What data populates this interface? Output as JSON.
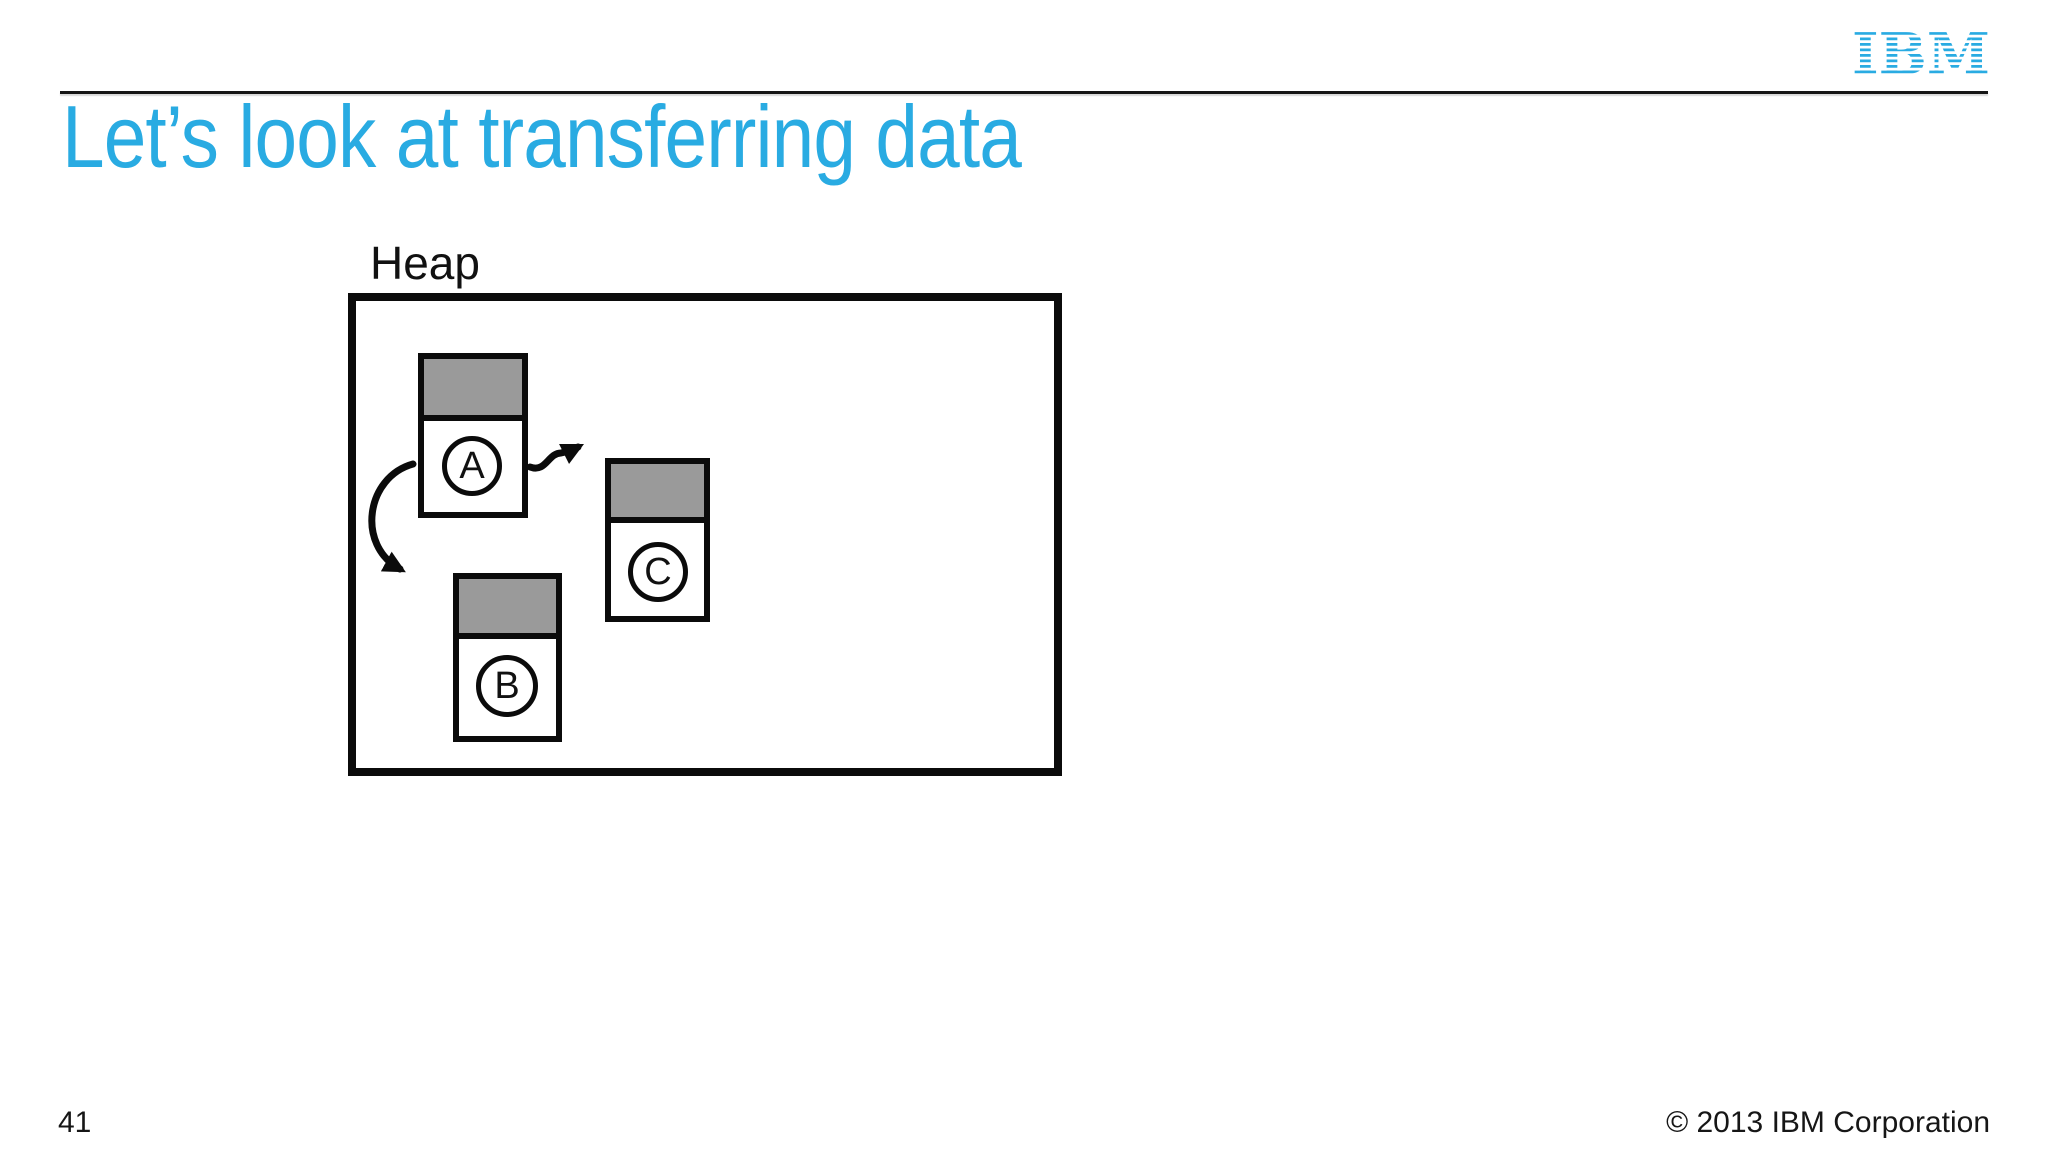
{
  "slide": {
    "logo_text": "IBM",
    "title": "Let’s look at transferring data",
    "page_number": "41",
    "copyright": "© 2013 IBM Corporation"
  },
  "diagram": {
    "heap_label": "Heap",
    "objects": [
      {
        "id": "A",
        "label": "A"
      },
      {
        "id": "B",
        "label": "B"
      },
      {
        "id": "C",
        "label": "C"
      }
    ],
    "arrows": [
      {
        "from": "A",
        "to": "B",
        "style": "curved"
      },
      {
        "from": "A",
        "to": "C",
        "style": "wavy"
      }
    ]
  },
  "colors": {
    "accent": "#29ABE2",
    "object_header": "#9A9A9A",
    "outline": "#0B0B0B"
  }
}
